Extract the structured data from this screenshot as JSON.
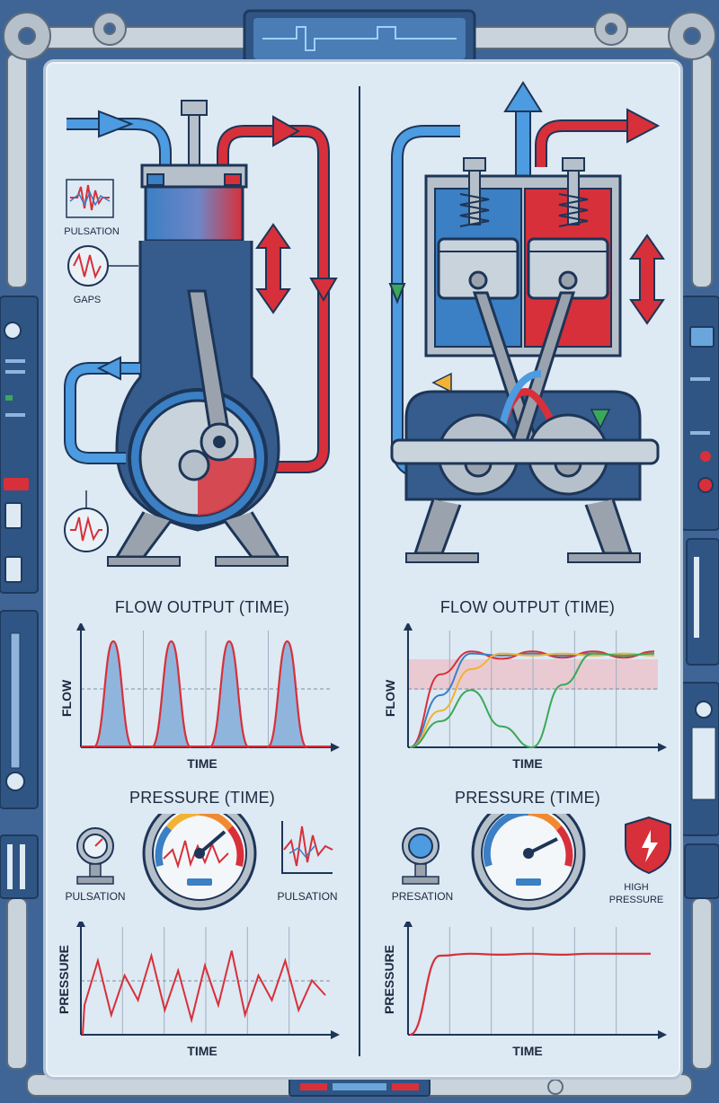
{
  "colors": {
    "frame_blue": "#3f6596",
    "panel_bg": "#dde9f3",
    "hot_red": "#d7303a",
    "cool_blue": "#3b7fc4",
    "steel": "#9aa3ad",
    "ink": "#1b2a3f"
  },
  "left": {
    "labels": {
      "pulsation": "PULSATION",
      "gaps": "GAPS"
    },
    "flow_title": "FLOW OUTPUT (TIME)",
    "flow_ylabel": "FLOW",
    "flow_xlabel": "TIME",
    "pressure_title": "PRESSURE (TIME)",
    "gauge_left_label": "PULSATION",
    "gauge_right_label": "PULSATION",
    "pressure_ylabel": "PRESSURE",
    "pressure_xlabel": "TIME"
  },
  "right": {
    "flow_title": "FLOW OUTPUT (TIME)",
    "flow_ylabel": "FLOW",
    "flow_xlabel": "TIME",
    "pressure_title": "PRESSURE (TIME)",
    "gauge_left_label": "PRESATION",
    "badge_label_1": "HIGH",
    "badge_label_2": "PRESSURE",
    "pressure_ylabel": "PRESSURE",
    "pressure_xlabel": "TIME"
  },
  "chart_data": [
    {
      "type": "area",
      "title": "FLOW OUTPUT (TIME)",
      "xlabel": "TIME",
      "ylabel": "FLOW",
      "x": [
        0,
        1,
        2,
        3,
        4
      ],
      "series": [
        {
          "values": [
            0,
            1,
            0,
            1,
            0,
            1,
            0,
            1,
            0
          ]
        }
      ],
      "grid": true
    },
    {
      "type": "line",
      "title": "FLOW OUTPUT (TIME)",
      "xlabel": "TIME",
      "ylabel": "FLOW",
      "series": [
        {
          "color": "#d7303a",
          "values": [
            0,
            0.7,
            0.92,
            0.85,
            0.92,
            0.86,
            0.92,
            0.86,
            0.92
          ]
        },
        {
          "color": "#3b7fc4",
          "values": [
            0,
            0.5,
            0.9,
            0.88,
            0.9,
            0.88,
            0.9,
            0.88,
            0.9
          ]
        },
        {
          "color": "#f2b233",
          "values": [
            0,
            0.35,
            0.75,
            0.9,
            0.88,
            0.9,
            0.88,
            0.9,
            0.88
          ]
        },
        {
          "color": "#3aa857",
          "values": [
            0,
            0.25,
            0.55,
            0.2,
            0.0,
            0.6,
            0.9,
            0.88,
            0.9
          ]
        }
      ],
      "grid": true
    },
    {
      "type": "line",
      "title": "PRESSURE (TIME)",
      "xlabel": "TIME",
      "ylabel": "PRESSURE",
      "series": [
        {
          "color": "#d7303a",
          "values": [
            0.3,
            0.75,
            0.2,
            0.6,
            0.35,
            0.8,
            0.25,
            0.65,
            0.15,
            0.7,
            0.3,
            0.85,
            0.2,
            0.6,
            0.35,
            0.75,
            0.25,
            0.55,
            0.4
          ]
        }
      ],
      "grid": true
    },
    {
      "type": "line",
      "title": "PRESSURE (TIME)",
      "xlabel": "TIME",
      "ylabel": "PRESSURE",
      "series": [
        {
          "color": "#d7303a",
          "values": [
            0,
            0.8,
            0.82,
            0.81,
            0.82,
            0.81,
            0.82,
            0.82,
            0.82
          ]
        }
      ],
      "grid": true
    }
  ]
}
